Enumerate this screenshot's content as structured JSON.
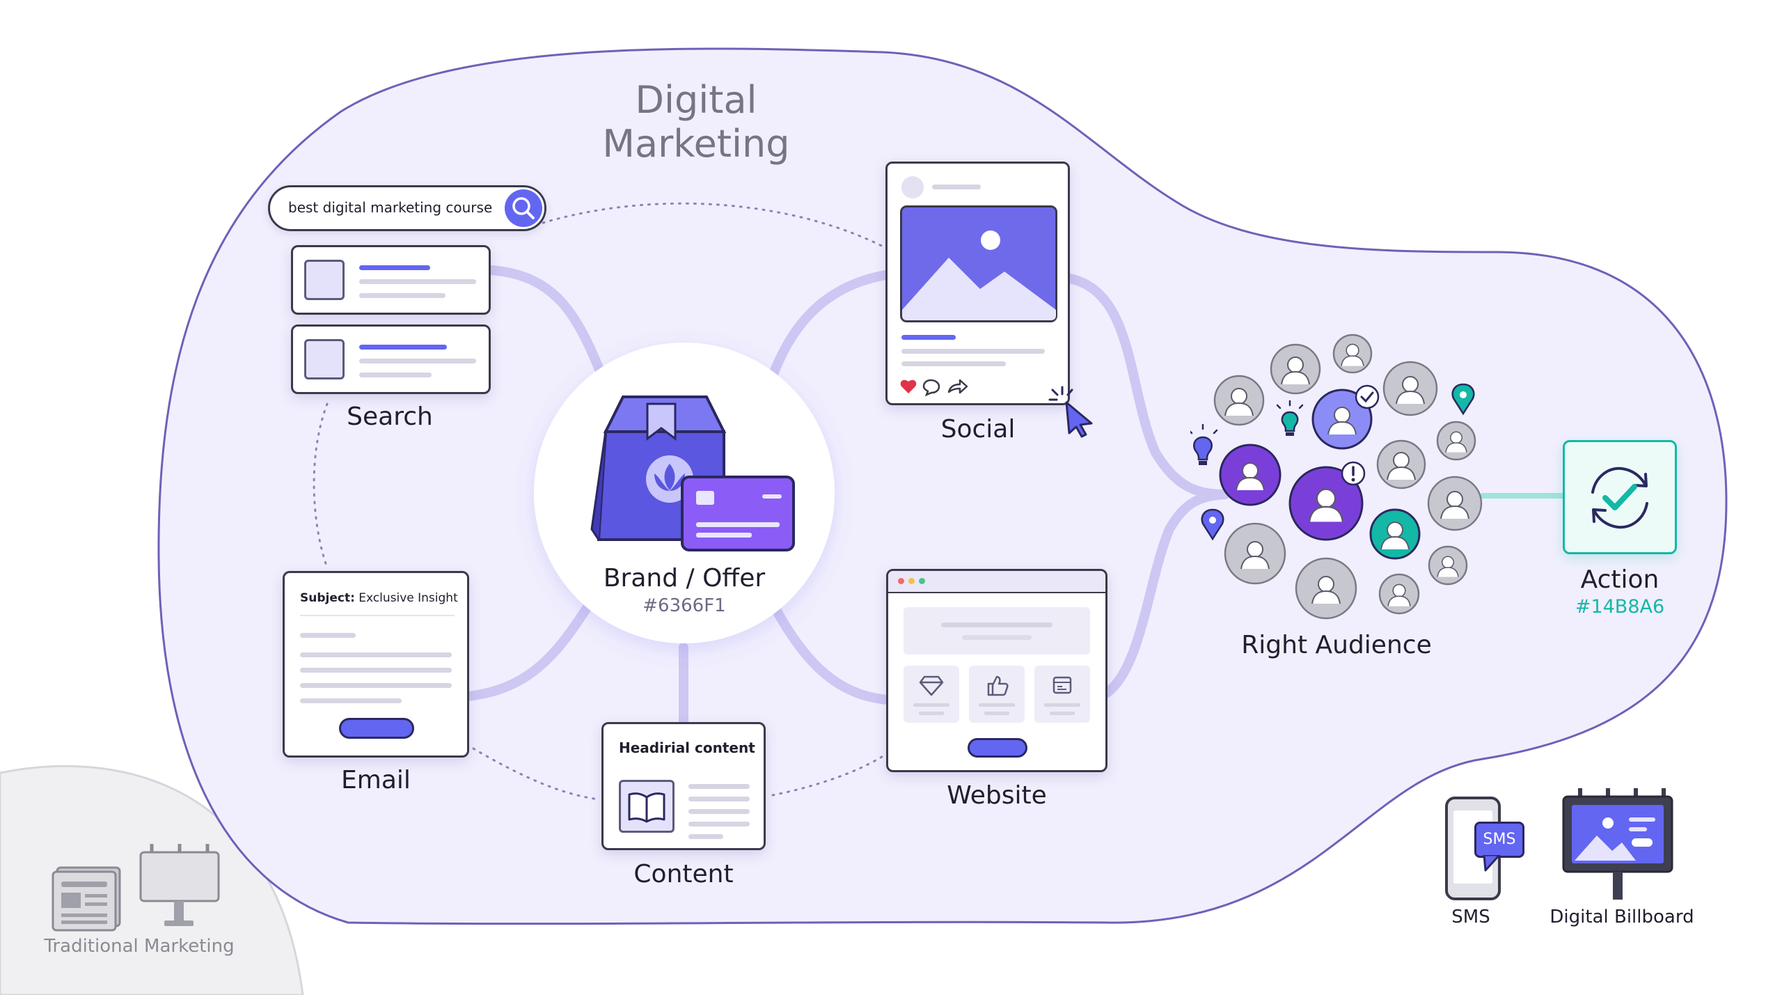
{
  "title": "Digital Marketing",
  "colors": {
    "brand": "#6366F1",
    "action": "#14B8A6",
    "blob": "#F1EFFD",
    "blob_stroke": "#6C62B8",
    "connector": "#C9C2F2",
    "traditional": "#F0F0F2"
  },
  "center": {
    "label": "Brand / Offer",
    "code": "#6366F1",
    "icons": [
      "shopping-bag-icon",
      "lotus-icon",
      "credit-card-icon"
    ]
  },
  "search": {
    "query": "best digital marketing course",
    "label": "Search",
    "icon": "magnifier-icon"
  },
  "social": {
    "label": "Social",
    "icons": [
      "heart-icon",
      "comment-icon",
      "share-icon",
      "cursor-icon"
    ]
  },
  "email": {
    "subject_label": "Subject:",
    "subject": "Exclusive Insight",
    "label": "Email"
  },
  "content": {
    "heading": "Headirial content",
    "label": "Content",
    "icon": "open-book-icon"
  },
  "website": {
    "label": "Website",
    "icons": [
      "diamond-icon",
      "thumbs-up-icon",
      "window-icon"
    ]
  },
  "audience": {
    "label": "Right Audience",
    "icons": [
      "person-icon",
      "lightbulb-icon",
      "location-pin-icon",
      "checkmark-badge-icon",
      "alert-badge-icon"
    ]
  },
  "action": {
    "label": "Action",
    "code": "#14B8A6",
    "icon": "sync-check-icon"
  },
  "sms": {
    "label": "SMS",
    "bubble": "SMS",
    "icon": "phone-icon"
  },
  "billboard": {
    "label": "Digital Billboard",
    "icon": "billboard-icon"
  },
  "traditional": {
    "label": "Traditional Marketing",
    "icons": [
      "newspaper-icon",
      "billboard-icon"
    ]
  }
}
